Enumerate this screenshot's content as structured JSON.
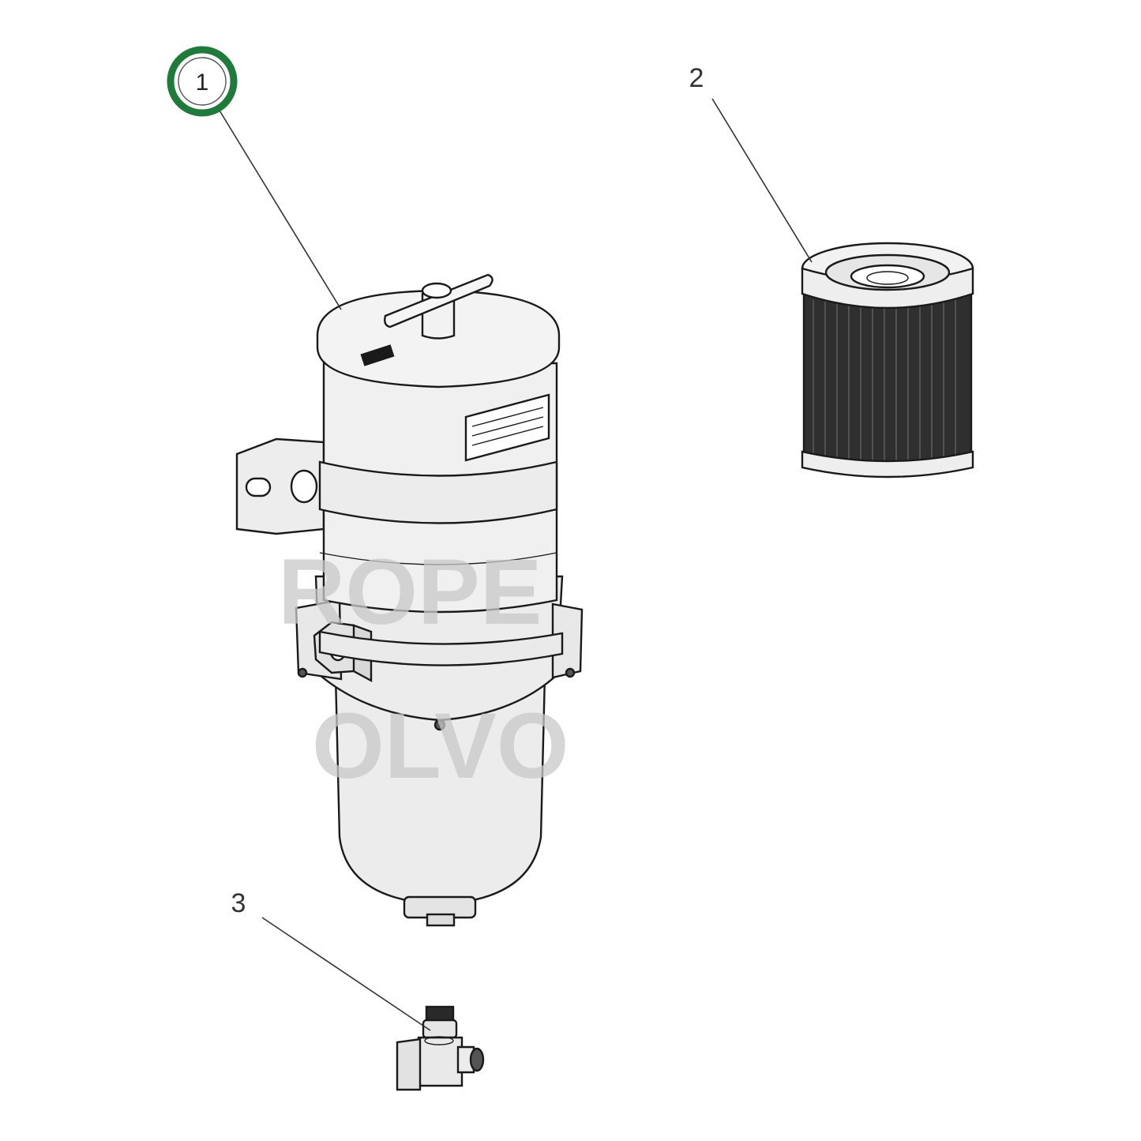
{
  "callouts": [
    {
      "label": "1",
      "selected": true
    },
    {
      "label": "2",
      "selected": false
    },
    {
      "label": "3",
      "selected": false
    }
  ],
  "watermark": {
    "line1": "ROPE",
    "line2": "OLVO"
  },
  "colors": {
    "selected_ring": "#1e7b3a",
    "line": "#333333",
    "part_fill": "#efefef",
    "watermark": "#c9c9c9",
    "filter_media": "#3a3a3a"
  },
  "icons": {
    "part_1": "fuel-filter-water-separator-icon",
    "part_2": "filter-element-icon",
    "part_3": "drain-valve-icon"
  }
}
